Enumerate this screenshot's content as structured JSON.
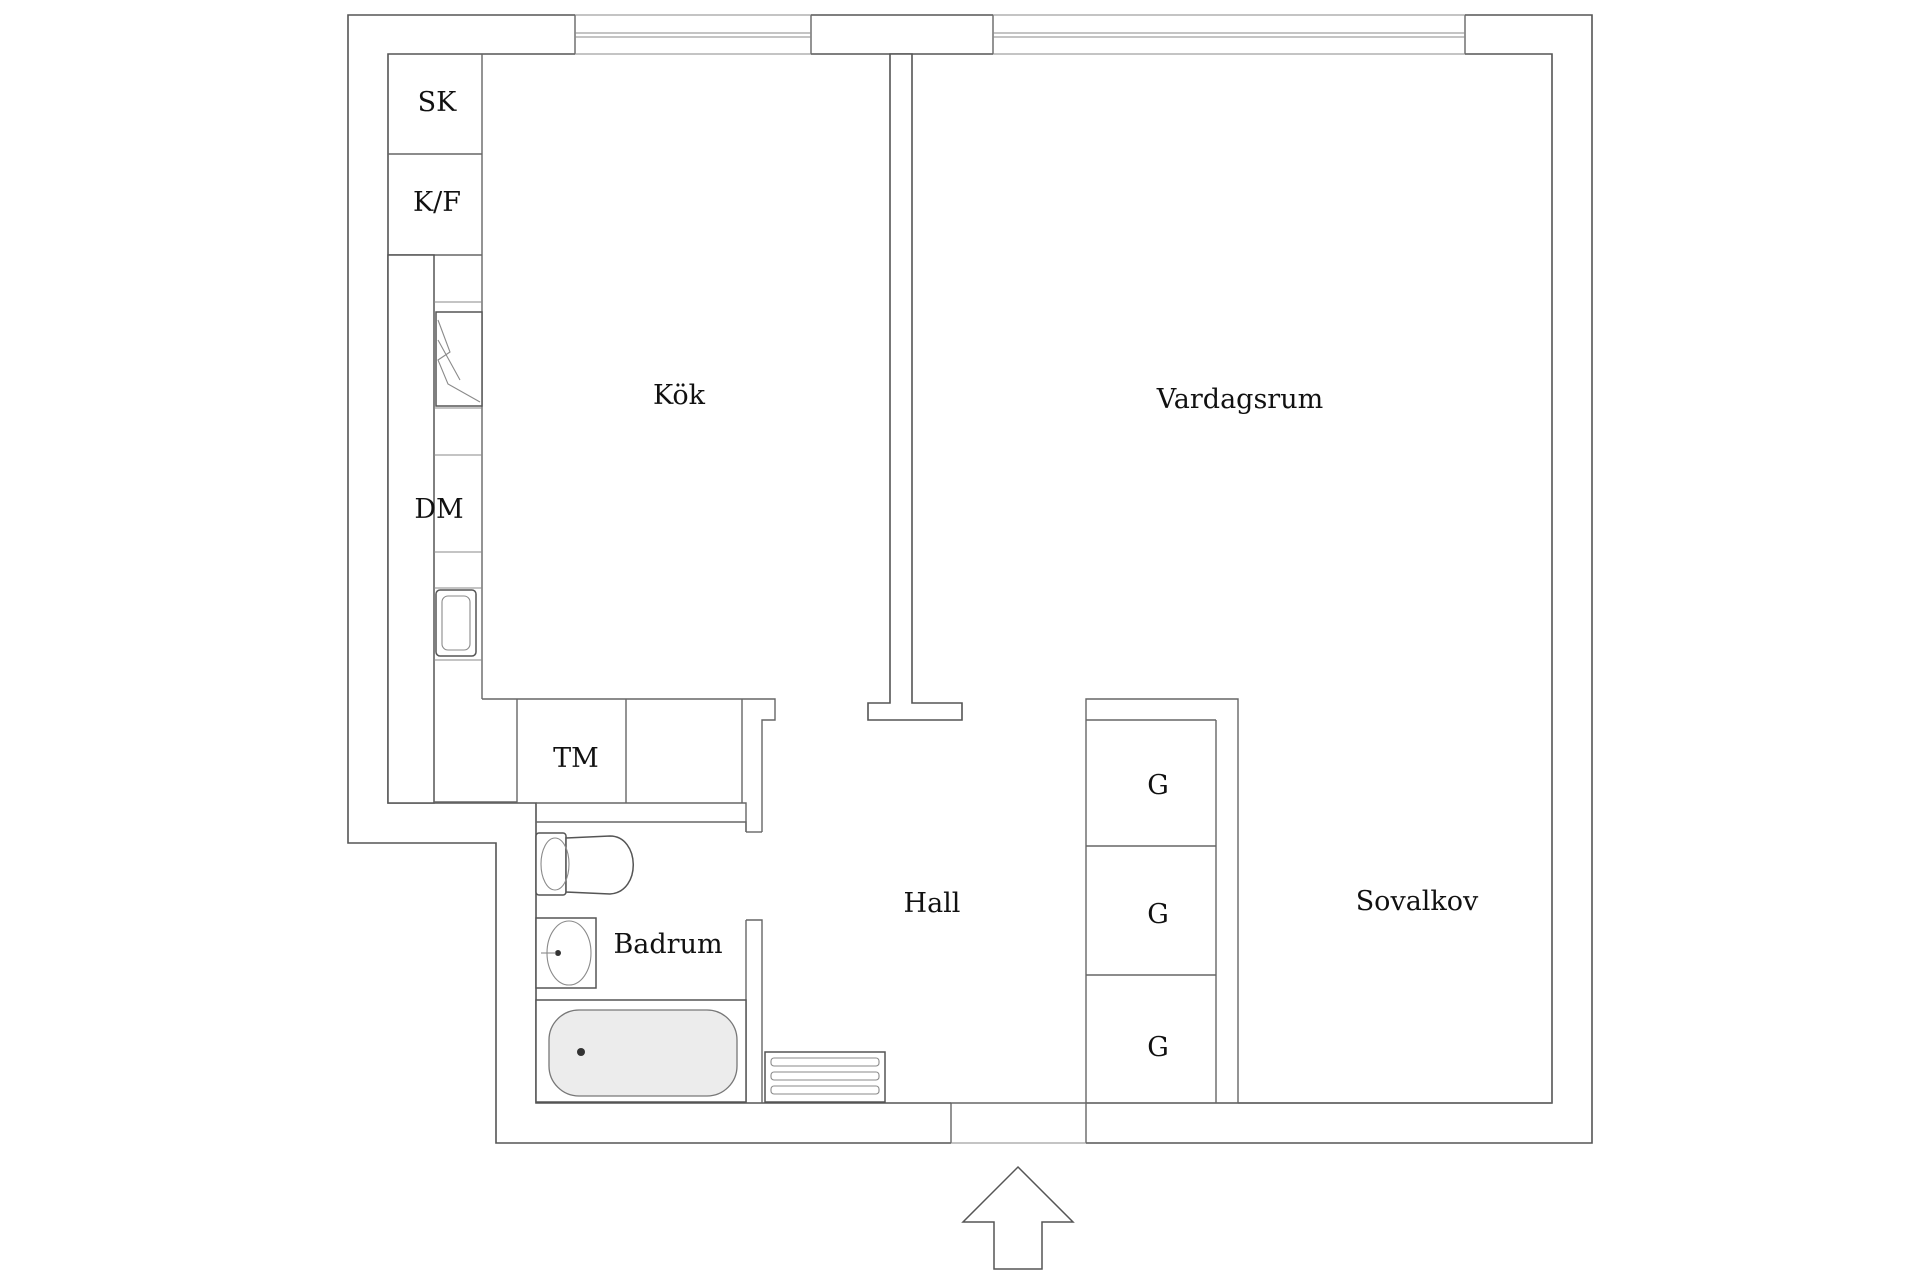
{
  "plan": {
    "rooms": {
      "kitchen": "Kök",
      "living_room": "Vardagsrum",
      "hall": "Hall",
      "bathroom": "Badrum",
      "sleeping_alcove": "Sovalkov"
    },
    "appliances": {
      "freezer_cabinet": "SK",
      "fridge_freezer": "K/F",
      "dishwasher": "DM",
      "washing_machine": "TM",
      "wardrobe_1": "G",
      "wardrobe_2": "G",
      "wardrobe_3": "G"
    }
  }
}
